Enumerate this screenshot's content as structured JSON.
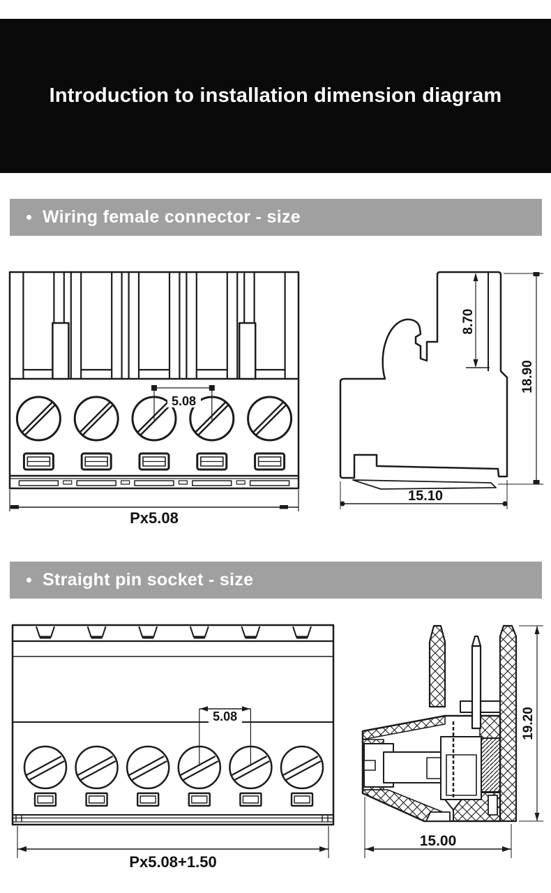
{
  "header": {
    "title": "Introduction to installation dimension diagram",
    "bg_color": "#0a0a0a",
    "text_color": "#ffffff"
  },
  "colors": {
    "banner_bg": "#a0a0a0",
    "line": "#1b1b1b",
    "paper": "#ffffff"
  },
  "sections": [
    {
      "title": "Wiring female connector - size",
      "bullet_icon": "dot",
      "front_view": {
        "description": "front view of 5-position wiring female plug",
        "positions": 5,
        "pitch_dim": "5.08",
        "overall_dim": "Px5.08"
      },
      "side_view": {
        "description": "side profile with latch",
        "tab_height_dim": "8.70",
        "overall_height_dim": "18.90",
        "depth_dim": "15.10"
      }
    },
    {
      "title": "Straight pin socket - size",
      "bullet_icon": "dot",
      "front_view": {
        "description": "front view of 6-position straight pin socket",
        "positions": 6,
        "pitch_dim": "5.08",
        "overall_dim": "Px5.08+1.50"
      },
      "side_view": {
        "description": "sectional side view with pin",
        "overall_height_dim": "19.20",
        "depth_dim": "15.00"
      }
    }
  ]
}
